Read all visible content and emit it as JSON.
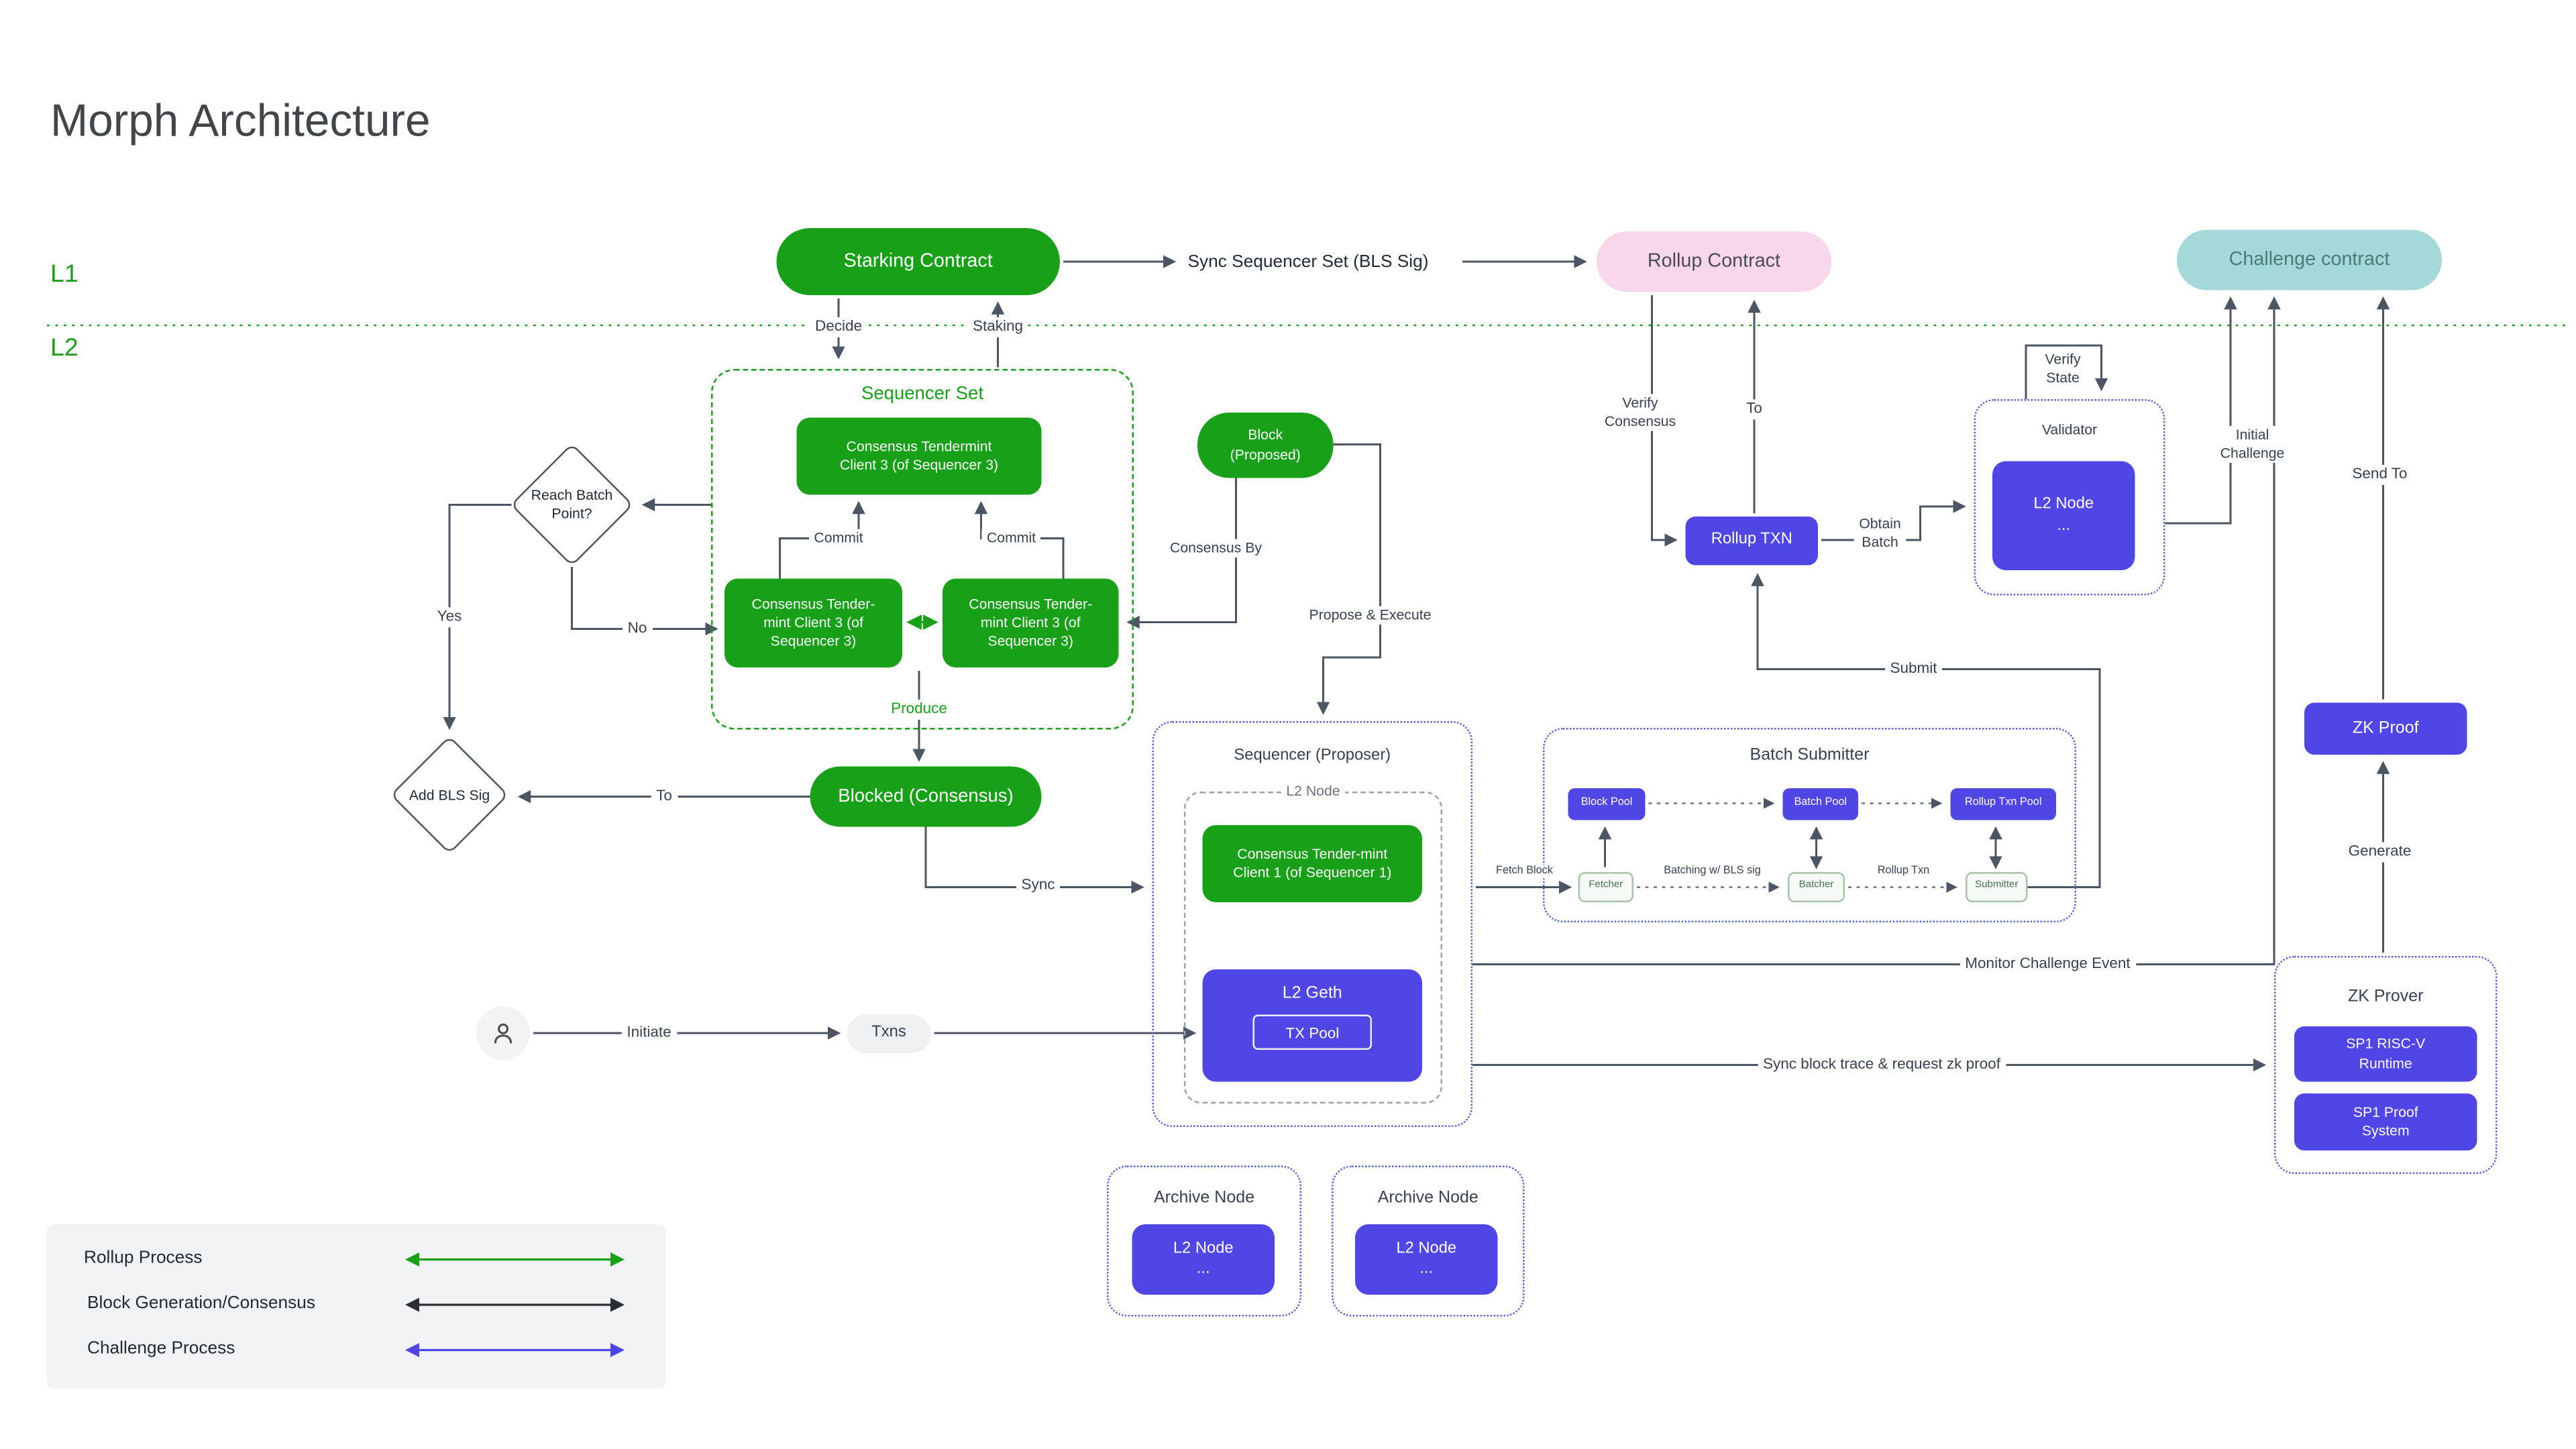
{
  "title": "Morph Architecture",
  "layers": {
    "l1": "L1",
    "l2": "L2"
  },
  "colors": {
    "green": "#18A018",
    "indigo": "#4F46E5",
    "pink": "#F8D7EA",
    "teal": "#A5D8D8",
    "arrow": "#4B5563"
  },
  "l1": {
    "starking": "Starking Contract",
    "sync_sequencer": "Sync Sequencer Set (BLS Sig)",
    "rollup_contract": "Rollup Contract",
    "challenge_contract": "Challenge contract",
    "decide": "Decide",
    "staking": "Staking"
  },
  "sequencer_set": {
    "title": "Sequencer Set",
    "client_top": "Consensus Tendermint\nClient 3 (of Sequencer 3)",
    "client_left": "Consensus Tender-\nmint Client 3 (of\nSequencer 3)",
    "client_right": "Consensus Tender-\nmint Client 3 (of\nSequencer 3)",
    "commit_left": "Commit",
    "commit_right": "Commit",
    "produce": "Produce"
  },
  "flow": {
    "reach_batch": "Reach Batch\nPoint?",
    "yes": "Yes",
    "no": "No",
    "add_bls": "Add BLS Sig",
    "to": "To",
    "blocked": "Blocked (Consensus)",
    "sync": "Sync",
    "block_proposed": "Block\n(Proposed)",
    "consensus_by": "Consensus By",
    "propose_execute": "Propose & Execute"
  },
  "sequencer": {
    "title": "Sequencer (Proposer)",
    "l2_node": "L2 Node",
    "client1": "Consensus Tender-mint\nClient 1 (of Sequencer 1)",
    "l2_geth": "L2 Geth",
    "tx_pool": "TX Pool",
    "initiate": "Initiate",
    "txns": "Txns"
  },
  "batch_submitter": {
    "title": "Batch Submitter",
    "block_pool": "Block Pool",
    "batch_pool": "Batch Pool",
    "rollup_txn_pool": "Rollup Txn Pool",
    "fetcher": "Fetcher",
    "batcher": "Batcher",
    "submitter": "Submitter",
    "fetch_block": "Fetch Block",
    "batching": "Batching w/ BLS sig",
    "rollup_txn": "Rollup Txn",
    "submit": "Submit"
  },
  "rollup": {
    "rollup_txn": "Rollup TXN",
    "verify_consensus": "Verify\nConsensus",
    "to": "To",
    "obtain_batch": "Obtain\nBatch"
  },
  "validator": {
    "title": "Validator",
    "l2_node": "L2 Node\n...",
    "verify_state": "Verify\nState"
  },
  "challenge": {
    "initial_challenge": "Initial\nChallenge",
    "send_to": "Send To",
    "monitor": "Monitor Challenge Event"
  },
  "zk": {
    "proof": "ZK Proof",
    "generate": "Generate",
    "prover_title": "ZK Prover",
    "sp1_runtime": "SP1 RISC-V\nRuntime",
    "sp1_proof": "SP1 Proof\nSystem",
    "sync_trace": "Sync block trace & request zk proof"
  },
  "archive": {
    "title1": "Archive Node",
    "node1": "L2 Node\n...",
    "title2": "Archive Node",
    "node2": "L2 Node\n..."
  },
  "legend": {
    "items": [
      {
        "label": "Rollup Process",
        "color": "#18A018"
      },
      {
        "label": "Block Generation/Consensus",
        "color": "#2B2F33"
      },
      {
        "label": "Challenge Process",
        "color": "#4F46E5"
      }
    ]
  }
}
